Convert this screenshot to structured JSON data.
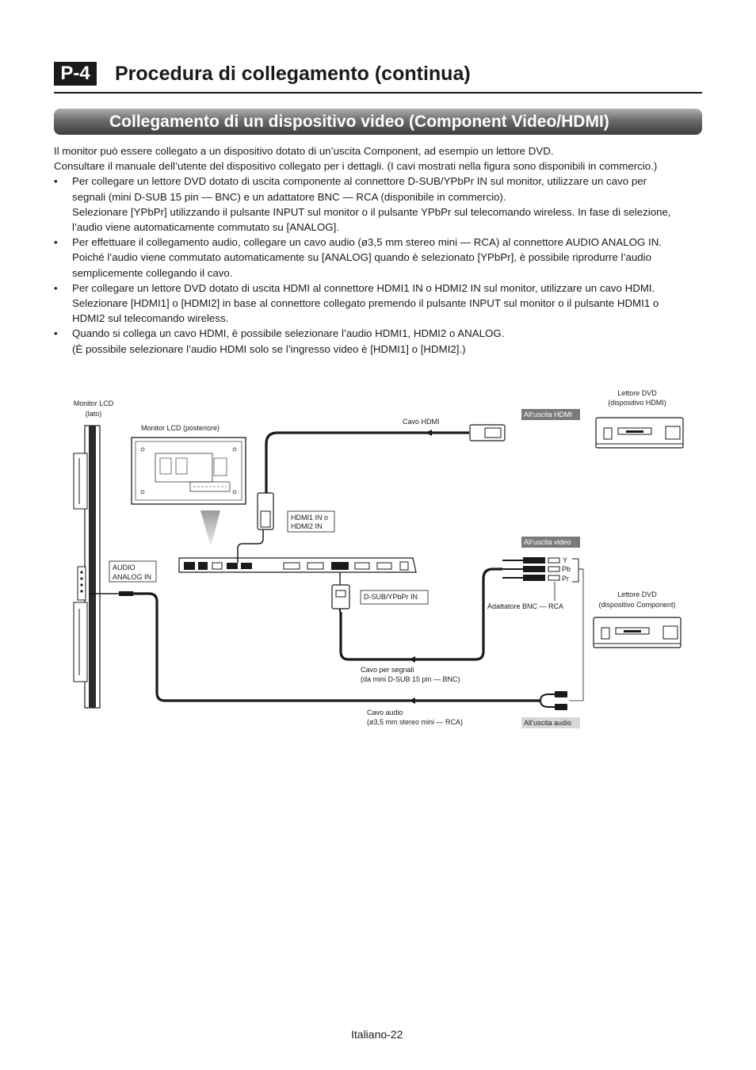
{
  "header": {
    "badge": "P-4",
    "title": "Procedura di collegamento (continua)"
  },
  "section": {
    "title": "Collegamento di un dispositivo video (Component Video/HDMI)"
  },
  "intro": [
    "Il monitor può essere collegato a un dispositivo dotato di un’uscita Component, ad esempio un lettore DVD.",
    "Consultare il manuale dell’utente del dispositivo collegato per i dettagli. (I cavi mostrati nella figura sono disponibili in commercio.)"
  ],
  "bullets": [
    {
      "lines": [
        "Per collegare un lettore DVD dotato di uscita componente al connettore D-SUB/YPbPr IN sul monitor, utilizzare un cavo per",
        "segnali (mini D-SUB 15 pin — BNC) e un adattatore BNC — RCA (disponibile in commercio).",
        "Selezionare [YPbPr] utilizzando il pulsante INPUT sul monitor o il pulsante YPbPr sul telecomando wireless. In fase di selezione,",
        "l’audio viene automaticamente commutato su [ANALOG]."
      ]
    },
    {
      "lines": [
        "Per effettuare il collegamento audio, collegare un cavo audio (ø3,5 mm stereo mini — RCA) al connettore AUDIO ANALOG IN.",
        "Poiché l’audio viene commutato automaticamente su [ANALOG] quando è selezionato [YPbPr], è possibile riprodurre l’audio",
        "semplicemente collegando il cavo."
      ]
    },
    {
      "lines": [
        "Per collegare un lettore DVD dotato di uscita HDMI al connettore HDMI1 IN o HDMI2 IN sul monitor, utilizzare un cavo HDMI.",
        "Selezionare [HDMI1] o [HDMI2] in base al connettore collegato premendo il pulsante INPUT sul monitor o il pulsante HDMI1 o",
        "HDMI2 sul telecomando wireless."
      ]
    },
    {
      "lines": [
        "Quando si collega un cavo HDMI, è possibile selezionare l’audio HDMI1, HDMI2 o ANALOG.",
        "(È possibile selezionare l’audio HDMI solo se l’ingresso video è [HDMI1] o [HDMI2].)"
      ]
    }
  ],
  "diagram": {
    "monitor_side_label": [
      "Monitor LCD",
      "(lato)"
    ],
    "monitor_rear_label": "Monitor LCD (posteriore)",
    "hdmi_cable_label": "Cavo HDMI",
    "hdmi_out_tag": "All’uscita HDMI",
    "dvd_hdmi_label": [
      "Lettore DVD",
      "(dispositivo HDMI)"
    ],
    "hdmi_in_label": [
      "HDMI1 IN o",
      "HDMI2 IN"
    ],
    "audio_in_label": [
      "AUDIO",
      "ANALOG IN"
    ],
    "video_out_tag": "All’uscita video",
    "component_y": "Y",
    "component_pb": "Pb",
    "component_pr": "Pr",
    "dsub_label": "D-SUB/YPbPr IN",
    "adapter_label": "Adattatore BNC — RCA",
    "dvd_component_label": [
      "Lettore DVD",
      "(dispositivo Component)"
    ],
    "signal_cable_label": [
      "Cavo per segnali",
      "(da mini D-SUB 15 pin — BNC)"
    ],
    "audio_cable_label": [
      "Cavo audio",
      "(ø3,5 mm stereo mini — RCA)"
    ],
    "audio_out_tag": "All’uscita audio"
  },
  "footer": {
    "page_number": "Italiano-22"
  }
}
